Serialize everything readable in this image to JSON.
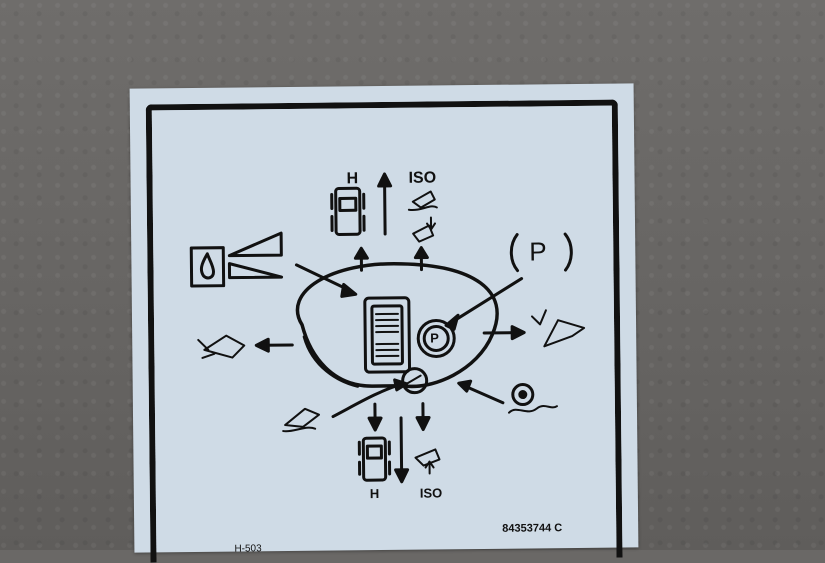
{
  "label": {
    "h_top": "H",
    "iso_top": "ISO",
    "h_bottom": "H",
    "iso_bottom": "ISO",
    "parking_symbol": "P",
    "parking_button_symbol": "P",
    "part_number": "84353744 C",
    "corner_code": "H-503"
  },
  "colors": {
    "decal": "#cfdbe6",
    "ink": "#111111",
    "housing": "#6a6866"
  }
}
